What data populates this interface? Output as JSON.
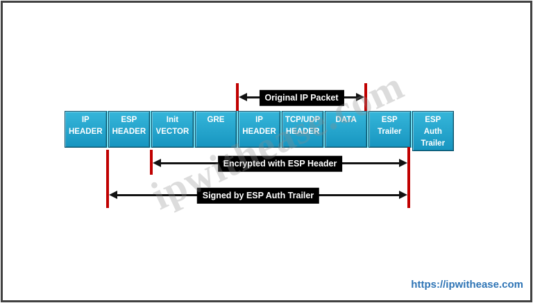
{
  "packet": {
    "boxes": [
      {
        "id": "ip-header",
        "label": "IP\nHEADER"
      },
      {
        "id": "esp-header",
        "label": "ESP\nHEADER"
      },
      {
        "id": "init-vector",
        "label": "Init\nVECTOR"
      },
      {
        "id": "gre",
        "label": "GRE"
      },
      {
        "id": "inner-ip-header",
        "label": "IP\nHEADER"
      },
      {
        "id": "tcp-udp-header",
        "label": "TCP/UDP\nHEADER"
      },
      {
        "id": "data",
        "label": "DATA"
      },
      {
        "id": "esp-trailer",
        "label": "ESP\nTrailer"
      },
      {
        "id": "esp-auth-trailer",
        "label": "ESP\nAuth\nTrailer"
      }
    ]
  },
  "annotations": {
    "original_ip_packet": "Original IP Packet",
    "encrypted_with_esp_header": "Encrypted with ESP Header",
    "signed_by_esp_auth_trailer": "Signed by ESP Auth Trailer"
  },
  "watermark": "ipwithease.com",
  "footer": {
    "url": "https://ipwithease.com"
  },
  "colors": {
    "box_fill_top": "#36b6da",
    "box_fill_bottom": "#1795c0",
    "box_border": "#084f68",
    "box_gap": "#6fdcef",
    "marker_red": "#c00000",
    "label_bg": "#000000",
    "label_text": "#ffffff",
    "url_blue": "#2e74b5",
    "frame_border": "#414141",
    "arrow_black": "#121212"
  }
}
